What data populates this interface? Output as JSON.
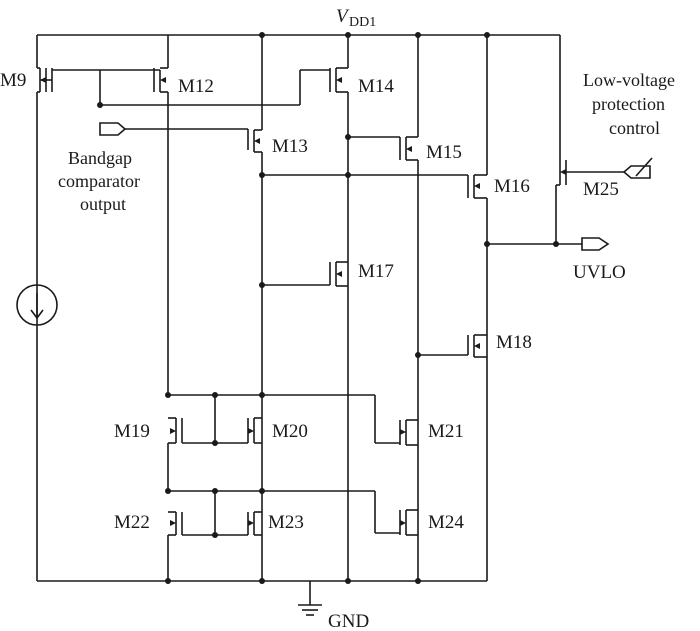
{
  "supply": {
    "label": "V",
    "sub": "DD1"
  },
  "ground": {
    "label": "GND"
  },
  "inputs": {
    "bandgap": [
      "Bandgap",
      "comparator",
      "output"
    ],
    "lowvoltage": [
      "Low-voltage",
      "protection",
      "control"
    ]
  },
  "output": {
    "label": "UVLO"
  },
  "transistors": {
    "m9": "M9",
    "m12": "M12",
    "m14": "M14",
    "m13": "M13",
    "m15": "M15",
    "m16": "M16",
    "m25": "M25",
    "m17": "M17",
    "m18": "M18",
    "m19": "M19",
    "m20": "M20",
    "m21": "M21",
    "m22": "M22",
    "m23": "M23",
    "m24": "M24"
  }
}
